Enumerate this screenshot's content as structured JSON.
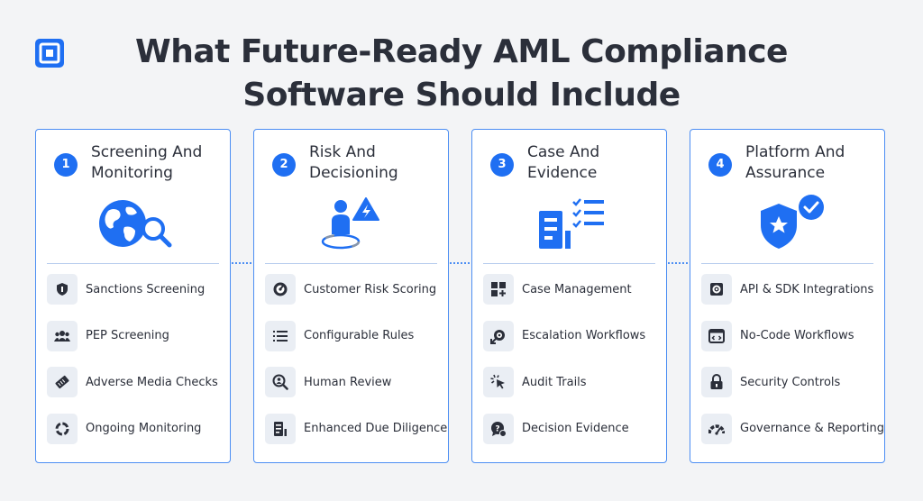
{
  "title_lines": [
    "What Future-Ready AML Compliance",
    "Software Should Include"
  ],
  "colors": {
    "accent": "#1f6ff2",
    "border": "#4c8ef3",
    "icon_bg": "#eaeef4",
    "background": "#f3f4f6"
  },
  "cards": [
    {
      "number": "1",
      "title_lines": [
        "Screening And",
        "Monitoring"
      ],
      "hero_icon": "globe-search-icon",
      "items": [
        {
          "label": "Sanctions Screening",
          "icon": "shield-icon"
        },
        {
          "label": "PEP Screening",
          "icon": "people-icon"
        },
        {
          "label": "Adverse Media Checks",
          "icon": "newspaper-icon"
        },
        {
          "label": "Ongoing Monitoring",
          "icon": "cycle-icon"
        }
      ]
    },
    {
      "number": "2",
      "title_lines": [
        "Risk And",
        "Decisioning"
      ],
      "hero_icon": "person-warning-icon",
      "items": [
        {
          "label": "Customer Risk Scoring",
          "icon": "gauge-icon"
        },
        {
          "label": "Configurable Rules",
          "icon": "checklist-icon"
        },
        {
          "label": "Human Review",
          "icon": "magnifier-person-icon"
        },
        {
          "label": "Enhanced Due Diligence",
          "icon": "document-icon"
        }
      ]
    },
    {
      "number": "3",
      "title_lines": [
        "Case And",
        "Evidence"
      ],
      "hero_icon": "document-checklist-icon",
      "items": [
        {
          "label": "Case Management",
          "icon": "grid-plus-icon"
        },
        {
          "label": "Escalation Workflows",
          "icon": "escalation-icon"
        },
        {
          "label": "Audit Trails",
          "icon": "cursor-click-icon"
        },
        {
          "label": "Decision Evidence",
          "icon": "chat-check-icon"
        }
      ]
    },
    {
      "number": "4",
      "title_lines": [
        "Platform And",
        "Assurance"
      ],
      "hero_icon": "shield-check-icon",
      "items": [
        {
          "label": "API & SDK Integrations",
          "icon": "gear-icon"
        },
        {
          "label": "No-Code Workflows",
          "icon": "code-window-icon"
        },
        {
          "label": "Security Controls",
          "icon": "lock-icon"
        },
        {
          "label": "Governance & Reporting",
          "icon": "speedometer-icon"
        }
      ]
    }
  ]
}
